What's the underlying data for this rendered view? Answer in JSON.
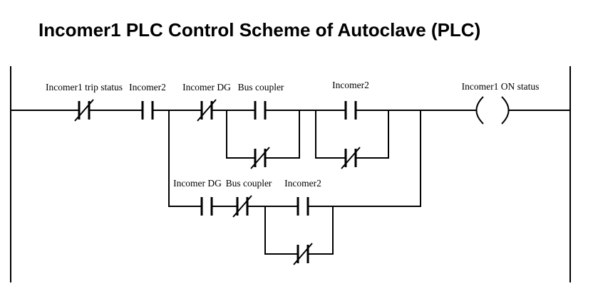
{
  "title": "Incomer1 PLC Control Scheme of Autoclave (PLC)",
  "colors": {
    "line": "#000000",
    "background": "#ffffff",
    "text": "#000000"
  },
  "diagram": {
    "type": "ladder-logic",
    "rung1": {
      "contacts": [
        {
          "label": "Incomer1 trip status",
          "type": "normally-closed"
        },
        {
          "label": "Incomer2",
          "type": "normally-open"
        },
        {
          "label": "Incomer DG",
          "type": "normally-closed"
        },
        {
          "label": "Bus coupler",
          "type": "normally-open",
          "parallel_contact": "normally-closed"
        },
        {
          "label": "Incomer2",
          "type": "normally-open",
          "parallel_contact": "normally-closed"
        }
      ],
      "coil": {
        "label": "Incomer1 ON status",
        "type": "output-coil"
      }
    },
    "branch": {
      "contacts": [
        {
          "label": "Incomer DG",
          "type": "normally-open"
        },
        {
          "label": "Bus coupler",
          "type": "normally-closed"
        },
        {
          "label": "Incomer2",
          "type": "normally-open",
          "parallel_contact": "normally-closed"
        }
      ]
    }
  }
}
